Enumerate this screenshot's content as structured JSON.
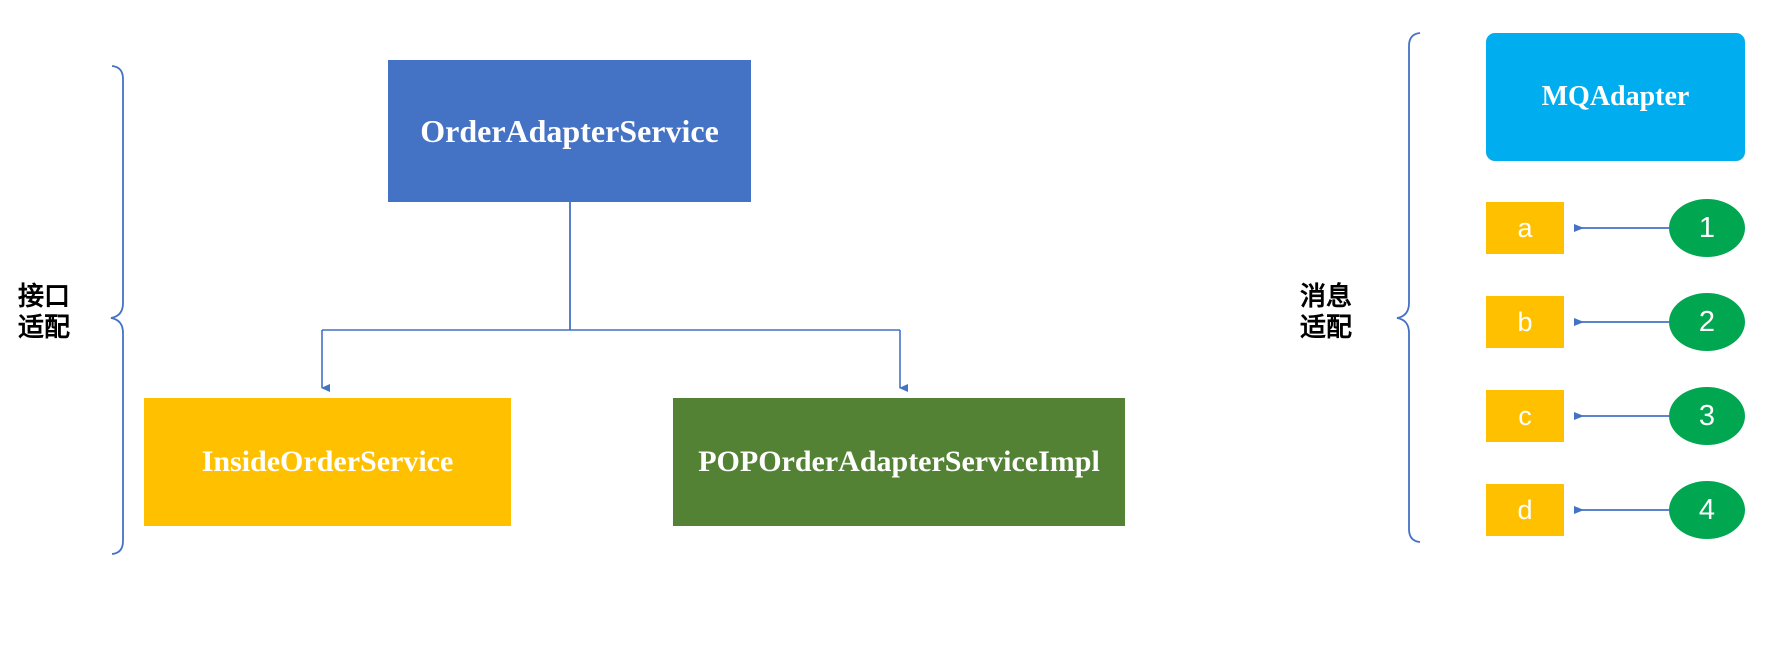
{
  "diagram": {
    "title": "Adapter architecture diagram",
    "colors": {
      "blue_box": "#4472C4",
      "yellow_box": "#FFC000",
      "green_box": "#548235",
      "cyan_box": "#00AEEF",
      "green_circle": "#00A650",
      "connector_line": "#4472C4",
      "bracket_line": "#4472C4",
      "label_text": "#000000"
    },
    "nodes": {
      "root": "OrderAdapterService",
      "child_left": "InsideOrderService",
      "child_right": "POPOrderAdapterServiceImpl",
      "mq": "MQAdapter"
    },
    "brackets": {
      "left_label": "接口\n适配",
      "right_label": "消息\n适配"
    },
    "message_rows": [
      {
        "box": "a",
        "number": "1"
      },
      {
        "box": "b",
        "number": "2"
      },
      {
        "box": "c",
        "number": "3"
      },
      {
        "box": "d",
        "number": "4"
      }
    ]
  }
}
